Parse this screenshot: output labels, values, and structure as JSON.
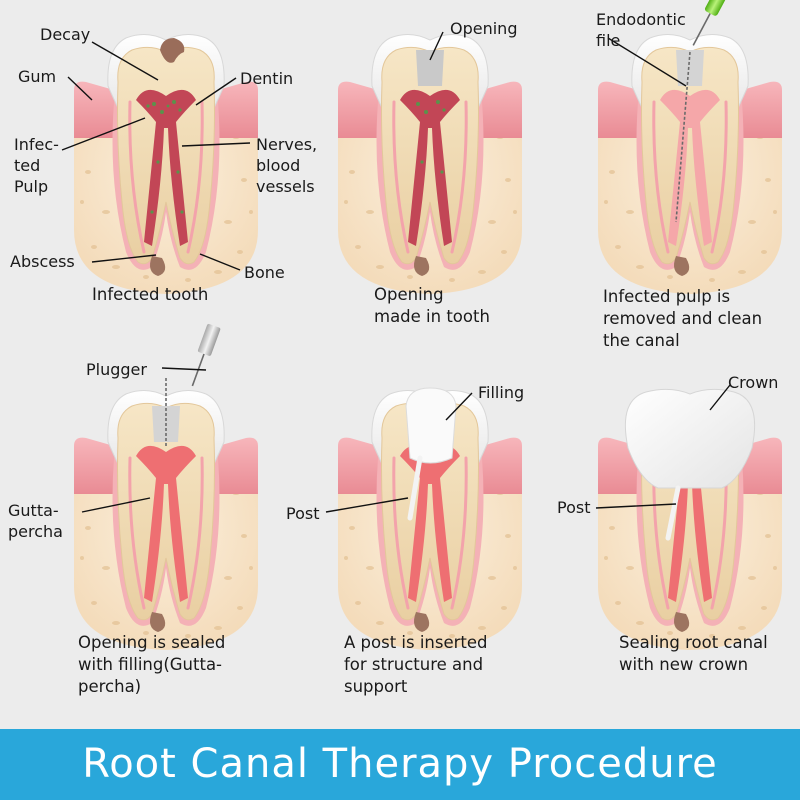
{
  "title": "Root Canal Therapy Procedure",
  "colors": {
    "banner": "#29a7da",
    "background": "#ececec",
    "bone": "#f6e4c8",
    "gum": "#f2a0a6",
    "dentin": "#f0dcb6",
    "pulp_infected": "#c44a5a",
    "filling": "#f08880",
    "file_handle": "#7ed321"
  },
  "steps": [
    {
      "caption": "Infected tooth",
      "labels": {
        "decay": "Decay",
        "gum": "Gum",
        "dentin": "Dentin",
        "pulp": "Infec-\nted\nPulp",
        "nerves": "Nerves,\nblood\nvessels",
        "abscess": "Abscess",
        "bone": "Bone"
      }
    },
    {
      "caption": "Opening\nmade in tooth",
      "labels": {
        "opening": "Opening"
      }
    },
    {
      "caption": "Infected pulp is\nremoved and clean\nthe canal",
      "labels": {
        "file": "Endodontic\nfile"
      }
    },
    {
      "caption": "Opening is sealed\nwith filling(Gutta-\npercha)",
      "labels": {
        "plugger": "Plugger",
        "gutta": "Gutta-\npercha"
      }
    },
    {
      "caption": "A post is inserted\nfor structure and\nsupport",
      "labels": {
        "filling": "Filling",
        "post": "Post"
      }
    },
    {
      "caption": "Sealing root canal\nwith new crown",
      "labels": {
        "crown": "Crown",
        "post": "Post"
      }
    }
  ]
}
